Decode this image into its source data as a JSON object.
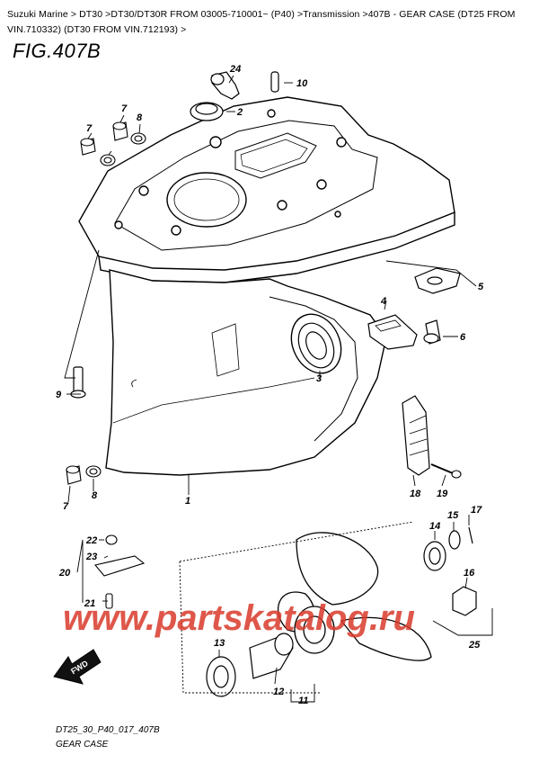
{
  "breadcrumb": {
    "text": "Suzuki Marine > DT30 >DT30/DT30R FROM 03005-710001~ (P40) >Transmission >407B - GEAR CASE (DT25 FROM VIN.710332) (DT30 FROM VIN.712193) >"
  },
  "figure": {
    "title": "FIG.407B",
    "footer_code": "DT25_30_P40_017_407B",
    "footer_name": "GEAR CASE",
    "fwd": "FWD"
  },
  "watermark": "www.partskatalog.ru",
  "callouts": {
    "c1": "1",
    "c2": "2",
    "c3": "3",
    "c4": "4",
    "c5": "5",
    "c6": "6",
    "c7a": "7",
    "c7b": "7",
    "c7c": "7",
    "c8a": "8",
    "c8b": "8",
    "c9": "9",
    "c10": "10",
    "c11": "11",
    "c12": "12",
    "c13": "13",
    "c14": "14",
    "c15": "15",
    "c16": "16",
    "c17": "17",
    "c18": "18",
    "c19": "19",
    "c20": "20",
    "c21": "21",
    "c22": "22",
    "c23": "23",
    "c24": "24",
    "c25": "25"
  }
}
